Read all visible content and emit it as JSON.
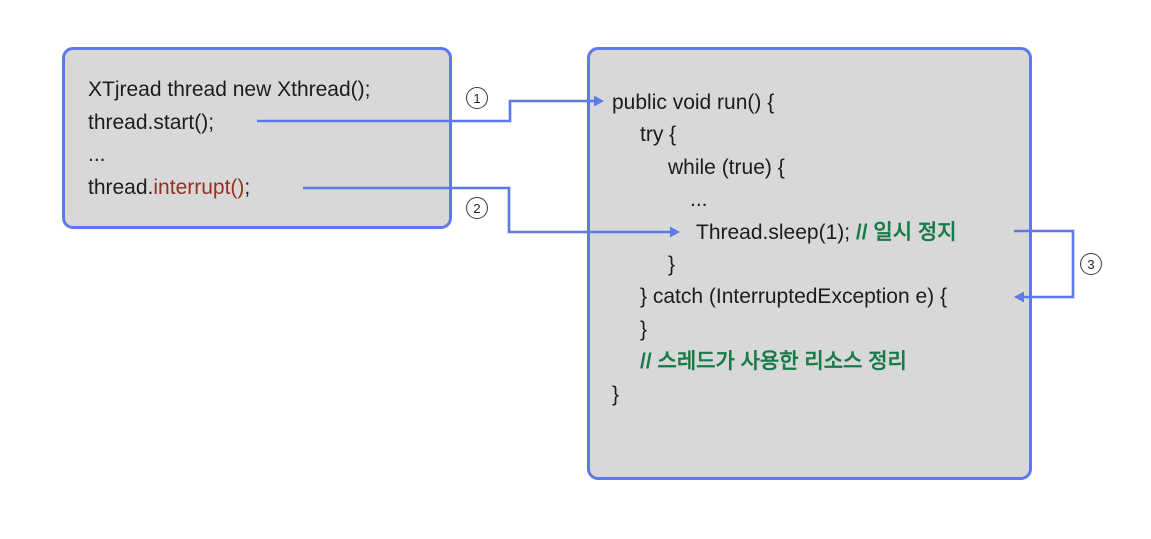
{
  "colors": {
    "accent_blue": "#5c7ae8",
    "box_fill": "#d8d8d8",
    "code_text": "#1c1c1c",
    "comment_green": "#187a47",
    "interrupt_red": "#93331f",
    "badge_border": "#3a3a3a"
  },
  "left_box": {
    "lines": [
      {
        "indent": 0,
        "segments": [
          {
            "style": "code",
            "text": "XTjread thread new Xthread();"
          }
        ]
      },
      {
        "indent": 0,
        "segments": [
          {
            "style": "code",
            "text": "thread.start();"
          }
        ]
      },
      {
        "indent": 0,
        "segments": [
          {
            "style": "code",
            "text": "..."
          }
        ]
      },
      {
        "indent": 0,
        "segments": [
          {
            "style": "code",
            "text": "thread."
          },
          {
            "style": "red",
            "text": "interrupt()"
          },
          {
            "style": "code",
            "text": ";"
          }
        ]
      }
    ]
  },
  "right_box": {
    "lines": [
      {
        "indent": 0,
        "segments": [
          {
            "style": "code",
            "text": "public void run() {"
          }
        ]
      },
      {
        "indent": 28,
        "segments": [
          {
            "style": "code",
            "text": "try {"
          }
        ]
      },
      {
        "indent": 56,
        "segments": [
          {
            "style": "code",
            "text": "while (true) {"
          }
        ]
      },
      {
        "indent": 78,
        "segments": [
          {
            "style": "code",
            "text": "..."
          }
        ]
      },
      {
        "indent": 84,
        "segments": [
          {
            "style": "code",
            "text": "Thread.sleep(1); "
          },
          {
            "style": "green",
            "text": "// 일시 정지"
          }
        ]
      },
      {
        "indent": 56,
        "segments": [
          {
            "style": "code",
            "text": "}"
          }
        ]
      },
      {
        "indent": 28,
        "segments": [
          {
            "style": "code",
            "text": "} catch (InterruptedException e) {"
          }
        ]
      },
      {
        "indent": 28,
        "segments": [
          {
            "style": "code",
            "text": "}"
          }
        ]
      },
      {
        "indent": 28,
        "segments": [
          {
            "style": "green",
            "text": "// 스레드가 사용한 리소스 정리"
          }
        ]
      },
      {
        "indent": 0,
        "segments": [
          {
            "style": "code",
            "text": "}"
          }
        ]
      }
    ]
  },
  "steps": [
    {
      "label": "1"
    },
    {
      "label": "2"
    },
    {
      "label": "3"
    }
  ]
}
